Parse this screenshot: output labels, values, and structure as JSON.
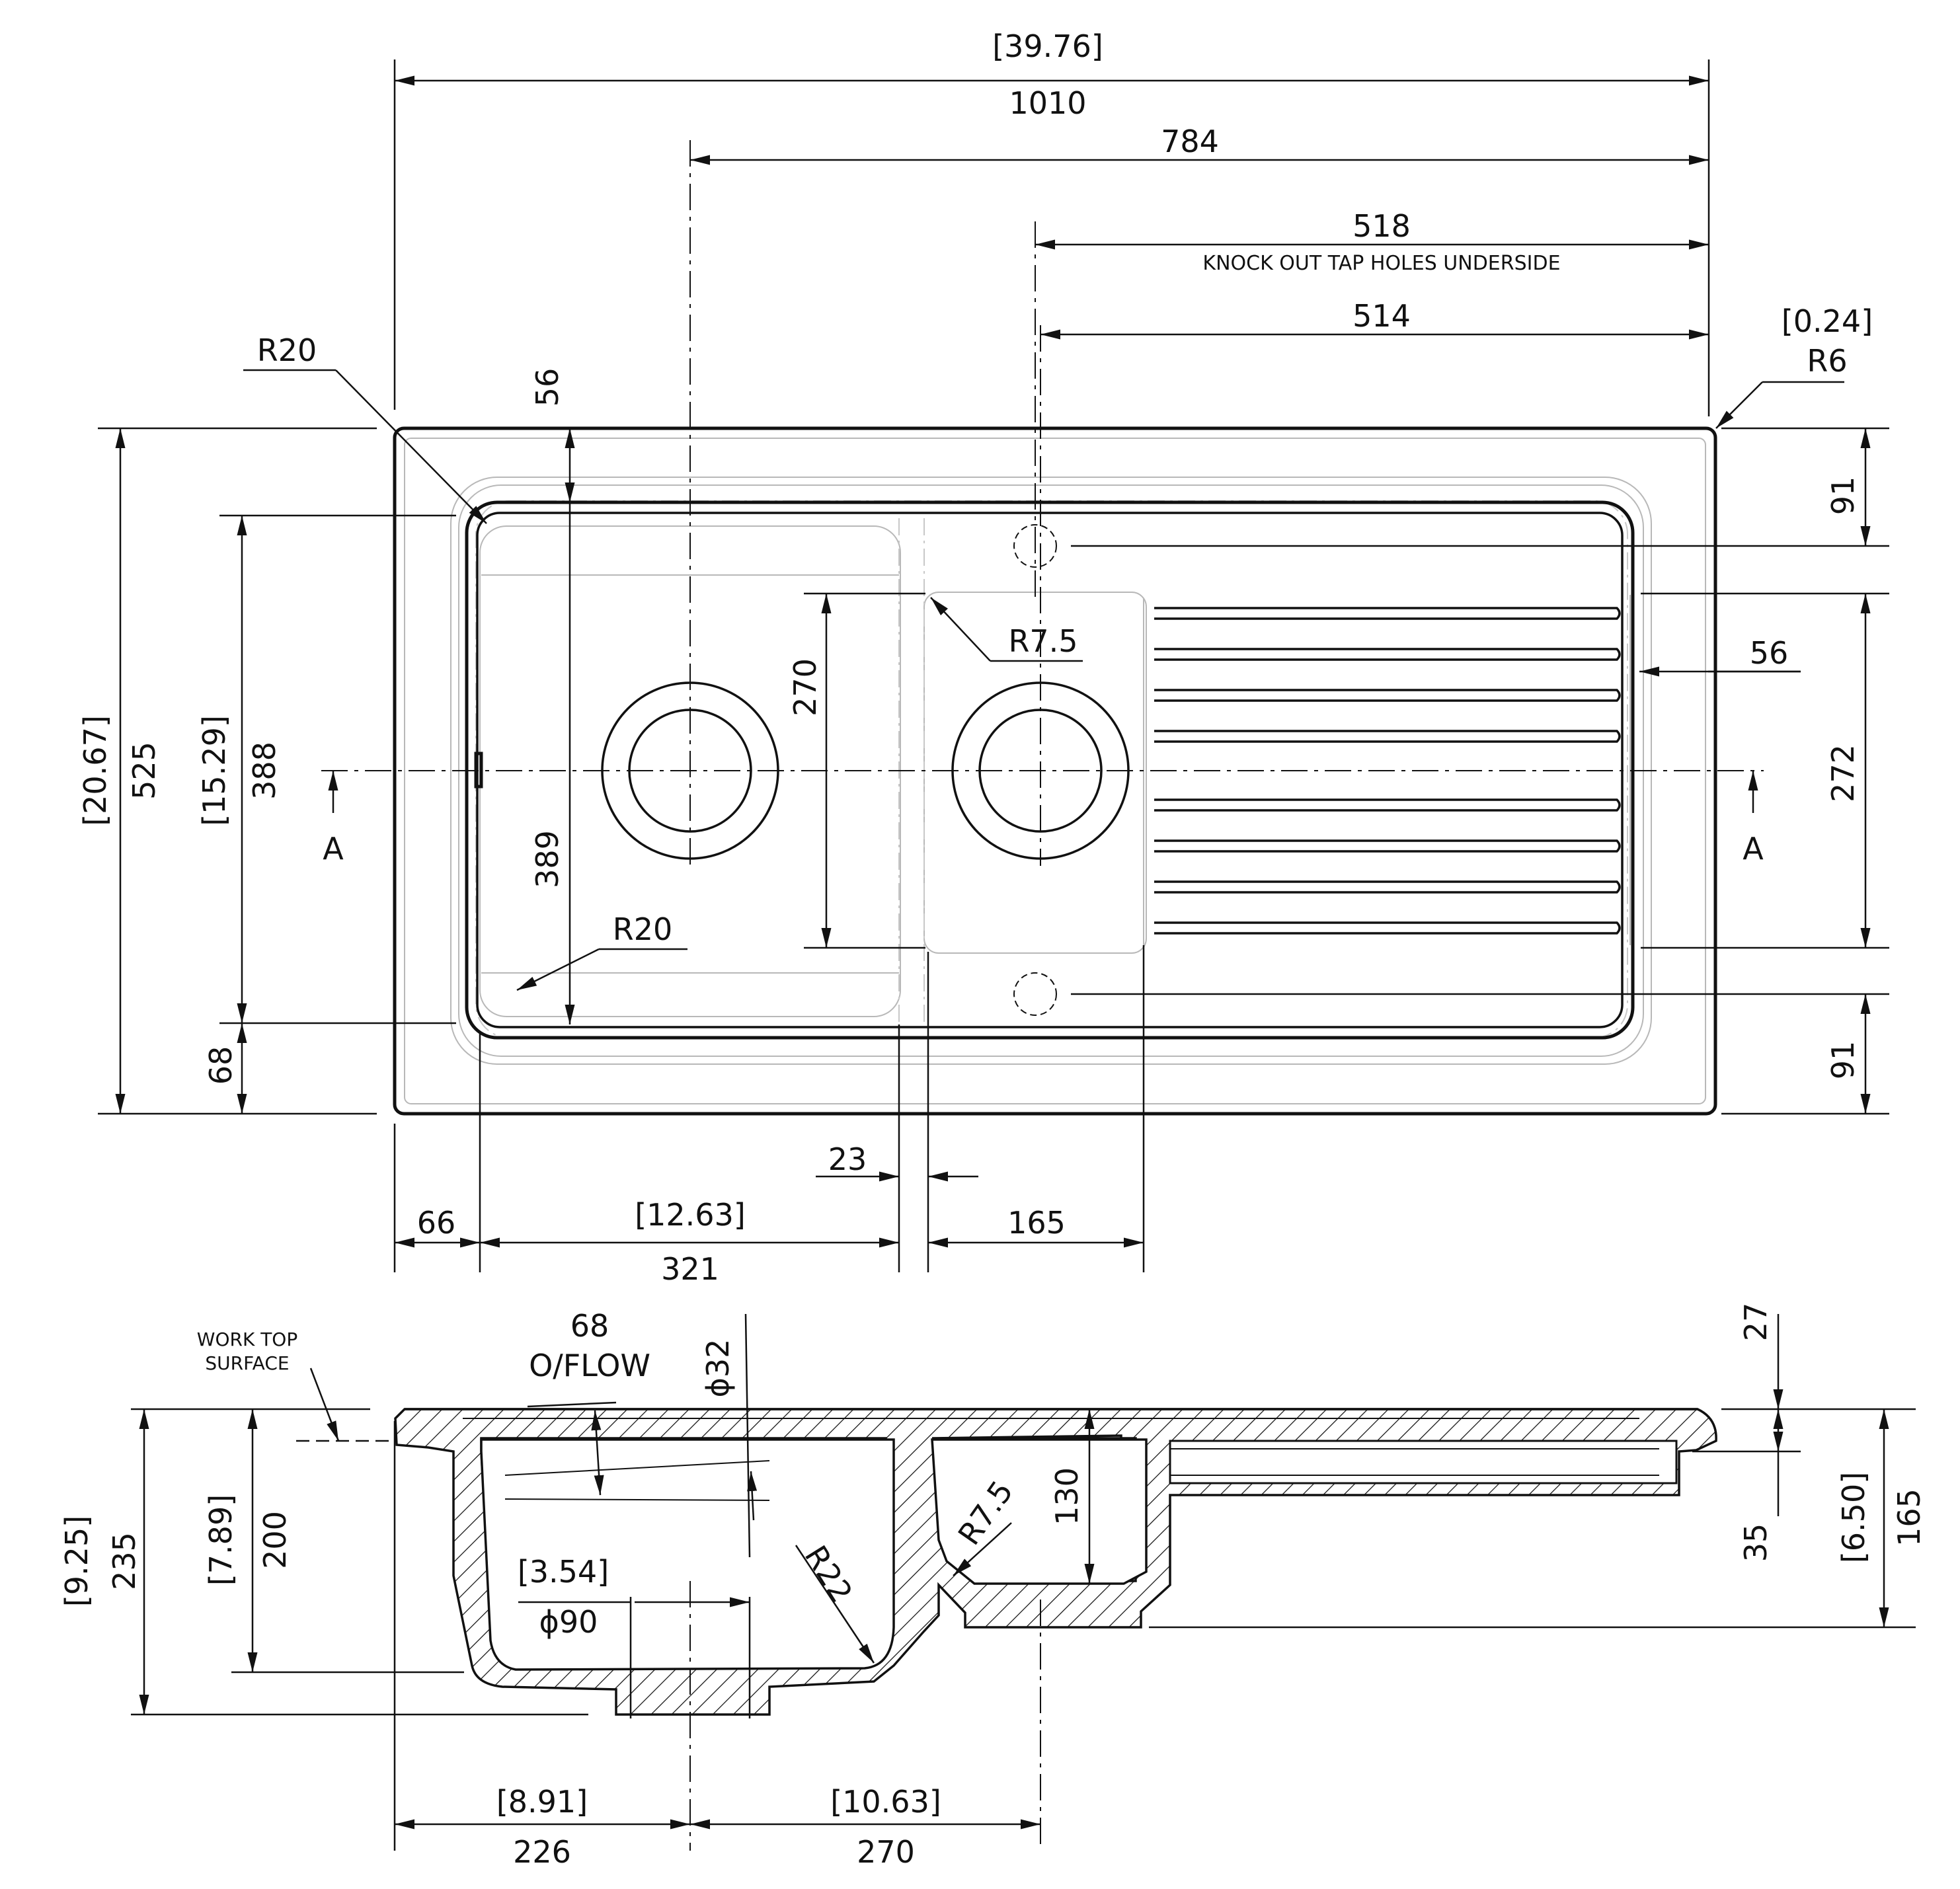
{
  "dimensions": {
    "overall_width_in": "[39.76]",
    "overall_width_mm": "1010",
    "dim_784": "784",
    "dim_518": "518",
    "note_tap_holes": "KNOCK OUT TAP HOLES UNDERSIDE",
    "dim_514": "514",
    "corner_radius_in": "[0.24]",
    "corner_radius": "R6",
    "radius_r20_top": "R20",
    "dim_56_top": "56",
    "dim_91_top": "91",
    "dim_56_right": "56",
    "dim_272": "272",
    "dim_91_bottom": "91",
    "overall_depth_in": "[20.67]",
    "overall_depth_mm": "525",
    "bowl_depth_in": "[15.29]",
    "bowl_depth_mm": "388",
    "dim_389": "389",
    "dim_270_vertical": "270",
    "radius_r7_5_top": "R7.5",
    "radius_r20_bottom": "R20",
    "dim_68_left": "68",
    "section_mark_left": "A",
    "section_mark_right": "A",
    "dim_23": "23",
    "dim_66": "66",
    "bowl_width_in": "[12.63]",
    "bowl_width_mm": "321",
    "dim_165_horizontal": "165",
    "label_worktop": "WORK TOP",
    "label_surface": "SURFACE",
    "overflow_value": "68",
    "overflow_label": "O/FLOW",
    "diameter_32": "ϕ32",
    "dim_27": "27",
    "dim_35": "35",
    "section_height_in": "[9.25]",
    "section_height_mm": "235",
    "bowl_height_in": "[7.89]",
    "bowl_height_mm": "200",
    "waste_dia_in": "[3.54]",
    "waste_dia_mm": "ϕ90",
    "radius_r22": "R22",
    "radius_r7_5_section": "R7.5",
    "dim_130": "130",
    "drainer_height_in": "[6.50]",
    "drainer_height_mm": "165",
    "bottom_left_in": "[8.91]",
    "bottom_left_mm": "226",
    "bottom_right_in": "[10.63]",
    "bottom_right_mm": "270"
  },
  "colors": {
    "line": "#111111",
    "faint": "#b8b8b8",
    "background": "#ffffff"
  }
}
